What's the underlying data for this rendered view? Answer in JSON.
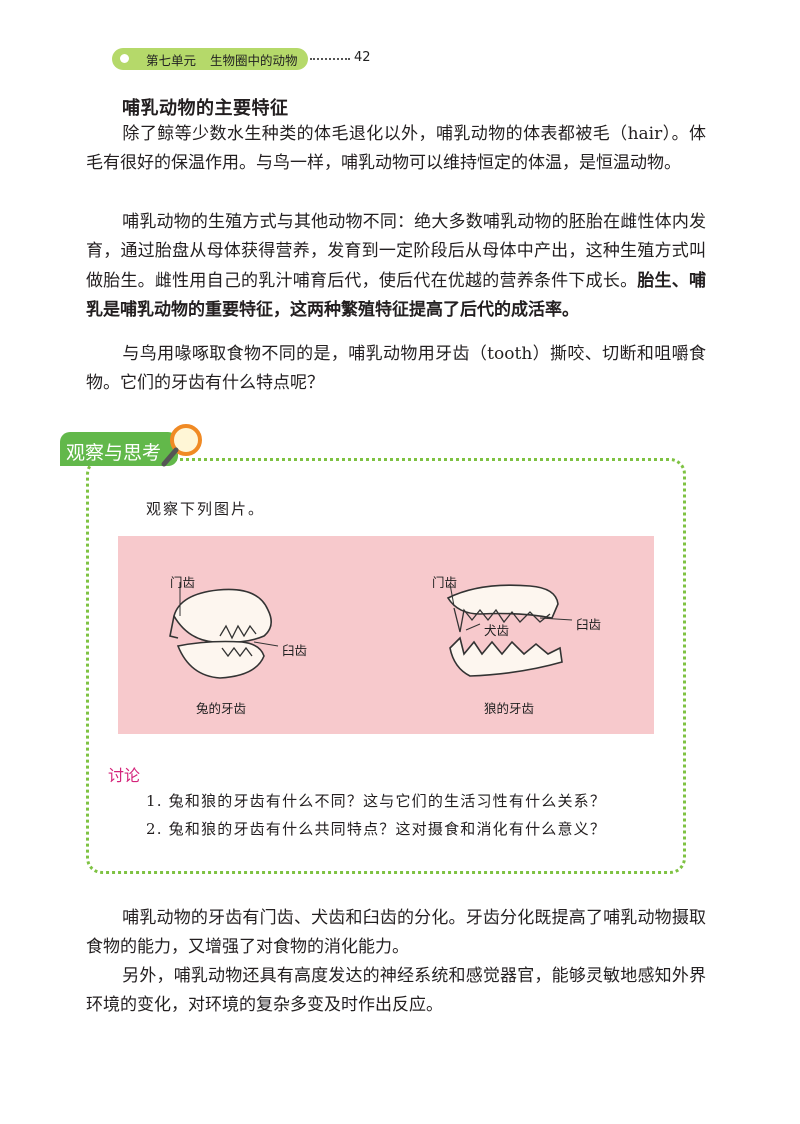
{
  "header": {
    "unit": "第七单元",
    "chapter": "生物圈中的动物",
    "page_number": "42"
  },
  "section_title": "哺乳动物的主要特征",
  "paragraphs": {
    "p1": "除了鲸等少数水生种类的体毛退化以外，哺乳动物的体表都被毛（hair）。体毛有很好的保温作用。与鸟一样，哺乳动物可以维持恒定的体温，是恒温动物。",
    "p2_normal": "哺乳动物的生殖方式与其他动物不同：绝大多数哺乳动物的胚胎在雌性体内发育，通过胎盘从母体获得营养，发育到一定阶段后从母体中产出，这种生殖方式叫做胎生。雌性用自己的乳汁哺育后代，使后代在优越的营养条件下成长。",
    "p2_bold": "胎生、哺乳是哺乳动物的重要特征，这两种繁殖特征提高了后代的成活率。",
    "p3": "与鸟用喙啄取食物不同的是，哺乳动物用牙齿（tooth）撕咬、切断和咀嚼食物。它们的牙齿有什么特点呢？",
    "p4": "哺乳动物的牙齿有门齿、犬齿和臼齿的分化。牙齿分化既提高了哺乳动物摄取食物的能力，又增强了对食物的消化能力。",
    "p5": "另外，哺乳动物还具有高度发达的神经系统和感觉器官，能够灵敏地感知外界环境的变化，对环境的复杂多变及时作出反应。"
  },
  "observe_box": {
    "tag": "观察与思考",
    "intro": "观察下列图片。",
    "figure": {
      "rabbit": {
        "incisor_label": "门齿",
        "molar_label": "臼齿",
        "caption": "兔的牙齿"
      },
      "wolf": {
        "incisor_label": "门齿",
        "canine_label": "犬齿",
        "molar_label": "臼齿",
        "caption": "狼的牙齿"
      }
    },
    "discussion_title": "讨论",
    "questions": [
      "1. 兔和狼的牙齿有什么不同？这与它们的生活习性有什么关系？",
      "2. 兔和狼的牙齿有什么共同特点？这对摄食和消化有什么意义？"
    ]
  },
  "colors": {
    "header_green": "#b5d96a",
    "box_border": "#7ec242",
    "tag_green": "#62b84a",
    "figure_pink": "#f7c9cc",
    "discussion_magenta": "#d4237a"
  }
}
